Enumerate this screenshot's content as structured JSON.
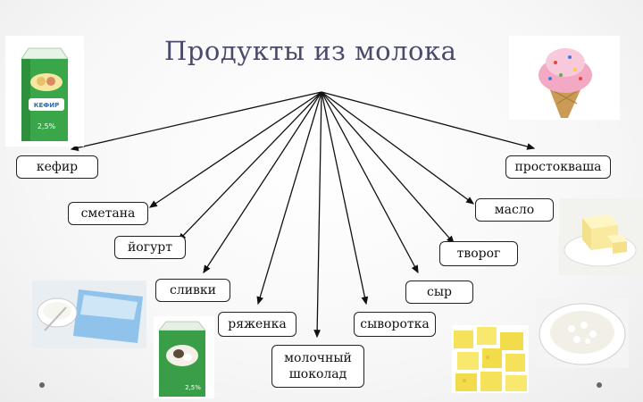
{
  "title": "Продукты из молока",
  "products": {
    "kefir": "кефир",
    "prostokvasha": "простокваша",
    "smetana": "сметана",
    "maslo": "масло",
    "yogurt": "йогурт",
    "tvorog": "творог",
    "slivki": "сливки",
    "syr": "сыр",
    "ryazhenka": "ряженка",
    "syvorotka": "сыворотка",
    "chocolate": "молочный\nшоколад"
  },
  "package_labels": {
    "kefir_pack": "КЕФИР",
    "kefir_fat": "2,5%",
    "ryazhenka_fat": "2,5%"
  },
  "colors": {
    "title": "#4a4a6a",
    "arrow": "#111111",
    "box_border": "#222222",
    "pack_green": "#3aa64a"
  }
}
